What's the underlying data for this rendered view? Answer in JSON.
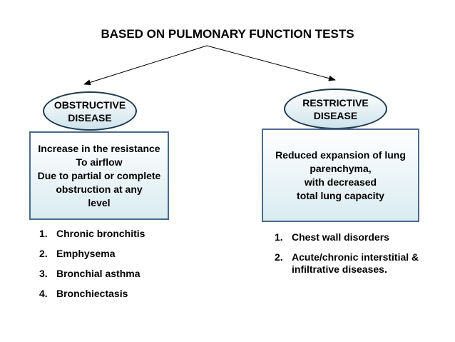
{
  "title": "BASED ON PULMONARY FUNCTION TESTS",
  "obstructive": {
    "heading_lines": [
      "OBSTRUCTIVE",
      "DISEASE"
    ],
    "description_lines": [
      "Increase in the resistance",
      "To airflow",
      "Due to partial or complete",
      "obstruction at any",
      "level"
    ],
    "items": [
      {
        "num": "1.",
        "text": "Chronic bronchitis"
      },
      {
        "num": "2.",
        "text": "Emphysema"
      },
      {
        "num": "3.",
        "text": "Bronchial asthma"
      },
      {
        "num": "4.",
        "text": "Bronchiectasis"
      }
    ]
  },
  "restrictive": {
    "heading_lines": [
      "RESTRICTIVE",
      "DISEASE"
    ],
    "description_lines": [
      "Reduced expansion of lung",
      "parenchyma,",
      "with decreased",
      "total lung capacity"
    ],
    "items": [
      {
        "num": "1.",
        "text": "Chest wall disorders"
      },
      {
        "num": "2.",
        "text": "Acute/chronic interstitial & infiltrative diseases."
      }
    ]
  },
  "colors": {
    "oval_border": "#1f3a4d",
    "box_border": "#4a6b8a",
    "fill_light": "#d9ebf1",
    "text": "#000000"
  }
}
